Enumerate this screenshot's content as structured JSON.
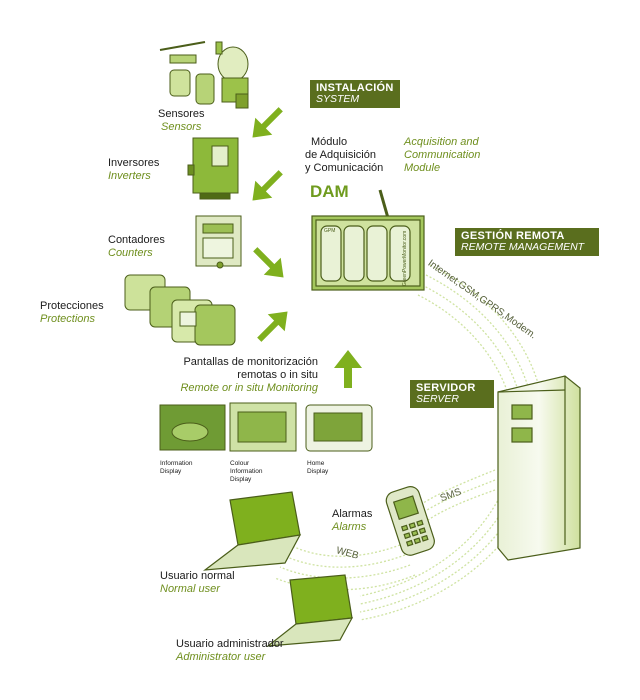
{
  "installation": {
    "title": "INSTALACIÓN",
    "subtitle": "SYSTEM"
  },
  "remote_management": {
    "title": "GESTIÓN REMOTA",
    "subtitle": "REMOTE MANAGEMENT"
  },
  "server": {
    "title": "SERVIDOR",
    "subtitle": "SERVER"
  },
  "module": {
    "label_es_1": "Módulo",
    "label_es_2": "de Adquisición",
    "label_es_3": "y Comunicación",
    "label_en_1": "Acquisition and",
    "label_en_2": "Communication",
    "label_en_3": "Module",
    "acronym": "DAM",
    "brand": "GreenPowerMonitor.com",
    "brand_short": "GPM"
  },
  "devices": [
    {
      "es": "Sensores",
      "en": "Sensors"
    },
    {
      "es": "Inversores",
      "en": "Inverters"
    },
    {
      "es": "Contadores",
      "en": "Counters"
    },
    {
      "es": "Protecciones",
      "en": "Protections"
    }
  ],
  "monitoring": {
    "es_1": "Pantallas de monitorización",
    "es_2": "remotas o in situ",
    "en": "Remote or in situ Monitoring",
    "displays": [
      {
        "line1": "Information",
        "line2": "Display",
        "line3": ""
      },
      {
        "line1": "Colour",
        "line2": "Information",
        "line3": "Display"
      },
      {
        "line1": "Home",
        "line2": "Display",
        "line3": ""
      }
    ]
  },
  "links": {
    "internet": "Internet,GSM,GPRS,Modem.",
    "sms": "SMS",
    "web": "WEB"
  },
  "alarms": {
    "es": "Alarmas",
    "en": "Alarms"
  },
  "users": [
    {
      "es": "Usuario normal",
      "en": "Normal user"
    },
    {
      "es": "Usuario administrador",
      "en": "Administrator user"
    }
  ],
  "colors": {
    "accent": "#7fb01e",
    "header": "#5a6e1e",
    "italic": "#6f8f1e"
  }
}
